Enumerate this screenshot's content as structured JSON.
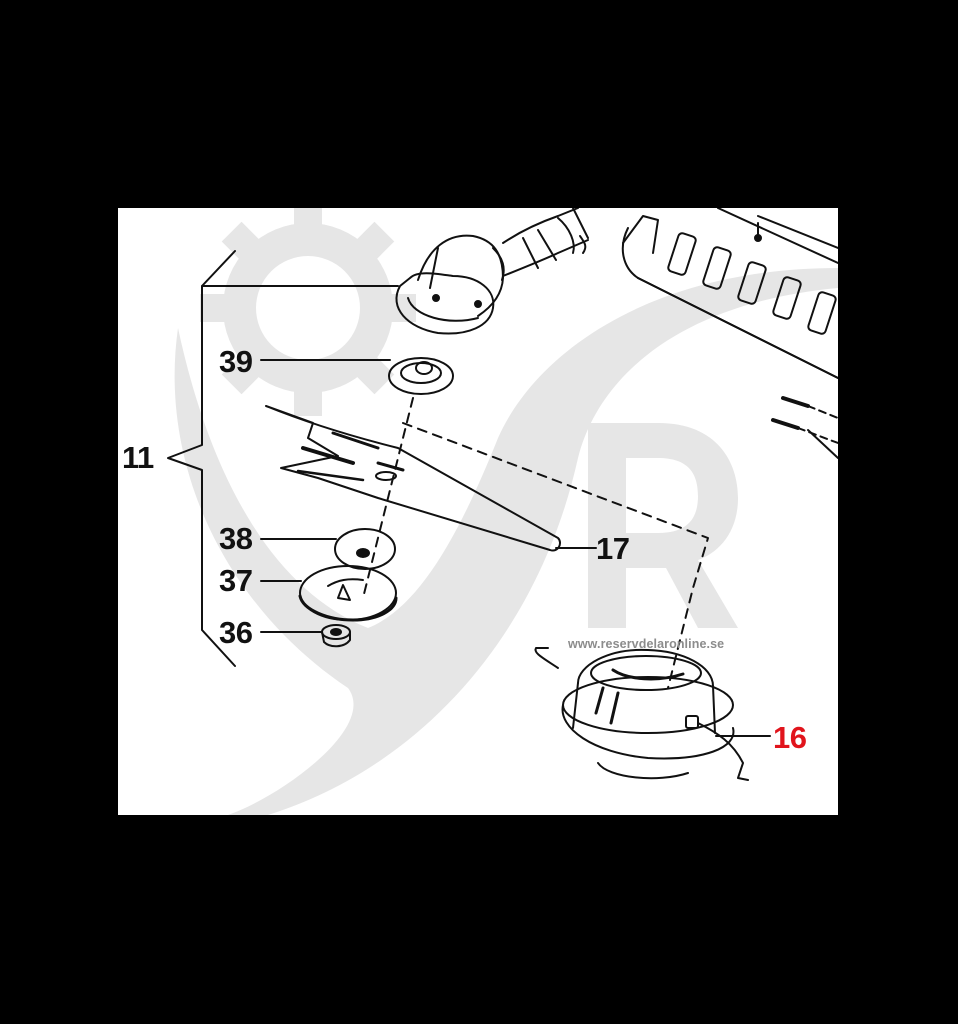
{
  "diagram": {
    "type": "exploded-parts-diagram",
    "subject": "Brush cutter / trimmer cutting head assembly",
    "callouts": [
      {
        "id": "11",
        "label": "11",
        "part": "blade kit (group bracket)",
        "highlighted": false
      },
      {
        "id": "39",
        "label": "39",
        "part": "support cup / washer",
        "highlighted": false
      },
      {
        "id": "17",
        "label": "17",
        "part": "grass blade",
        "highlighted": false
      },
      {
        "id": "38",
        "label": "38",
        "part": "flange washer",
        "highlighted": false
      },
      {
        "id": "37",
        "label": "37",
        "part": "guard disc",
        "highlighted": false
      },
      {
        "id": "36",
        "label": "36",
        "part": "nut",
        "highlighted": false
      },
      {
        "id": "16",
        "label": "16",
        "part": "trimmer head",
        "highlighted": true
      }
    ],
    "colors": {
      "background": "#000000",
      "panel": "#ffffff",
      "line_art": "#111111",
      "label_text": "#111111",
      "highlight_label": "#e1141c",
      "watermark": "#e6e6e6",
      "watermark_text": "#8c8c8c"
    }
  },
  "watermark": {
    "letter": "R",
    "url": "www.reservdelaronline.se"
  }
}
